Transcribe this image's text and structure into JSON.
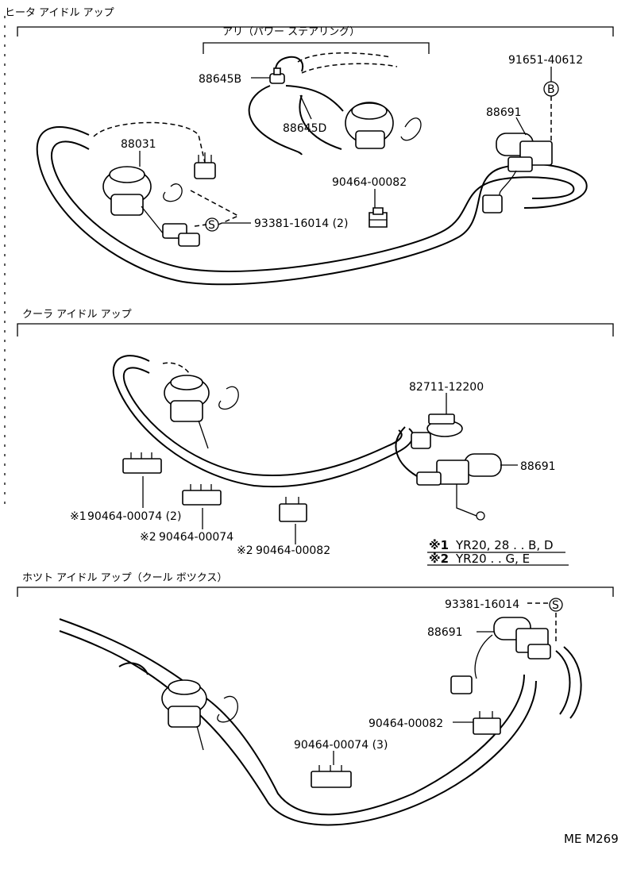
{
  "sections": {
    "heater": {
      "title": "ヒータ アイドル アップ",
      "subtitle": "アリ（パワー ステアリング）"
    },
    "cooler": {
      "title": "クーラ アイドル アップ"
    },
    "hot": {
      "title": "ホツト アイドル アップ（クール ボツクス）"
    }
  },
  "callouts": {
    "p88645b": "88645B",
    "p88645d": "88645D",
    "p91651": "91651-40612",
    "marker_b": "B",
    "p88031": "88031",
    "p88691_a": "88691",
    "p90464_00082_a": "90464-00082",
    "p93381_a": "93381-16014 (2)",
    "marker_s_a": "S",
    "p82711": "82711-12200",
    "p88691_b": "88691",
    "p90464_00074_1_mark": "※1",
    "p90464_00074_1": "90464-00074 (2)",
    "p90464_00074_2_mark": "※2",
    "p90464_00074_2": "90464-00074",
    "p90464_00082_b_mark": "※2",
    "p90464_00082_b": "90464-00082",
    "p93381_b": "93381-16014",
    "marker_s_b": "S",
    "p88691_c": "88691",
    "p90464_00082_c": "90464-00082",
    "p90464_00074_3": "90464-00074 (3)"
  },
  "notes": {
    "note1_mark": "※1",
    "note1_text": "YR20, 28 . . B, D",
    "note2_mark": "※2",
    "note2_text": "YR20 . . G, E"
  },
  "footer": {
    "ref_code": "ME M269"
  }
}
